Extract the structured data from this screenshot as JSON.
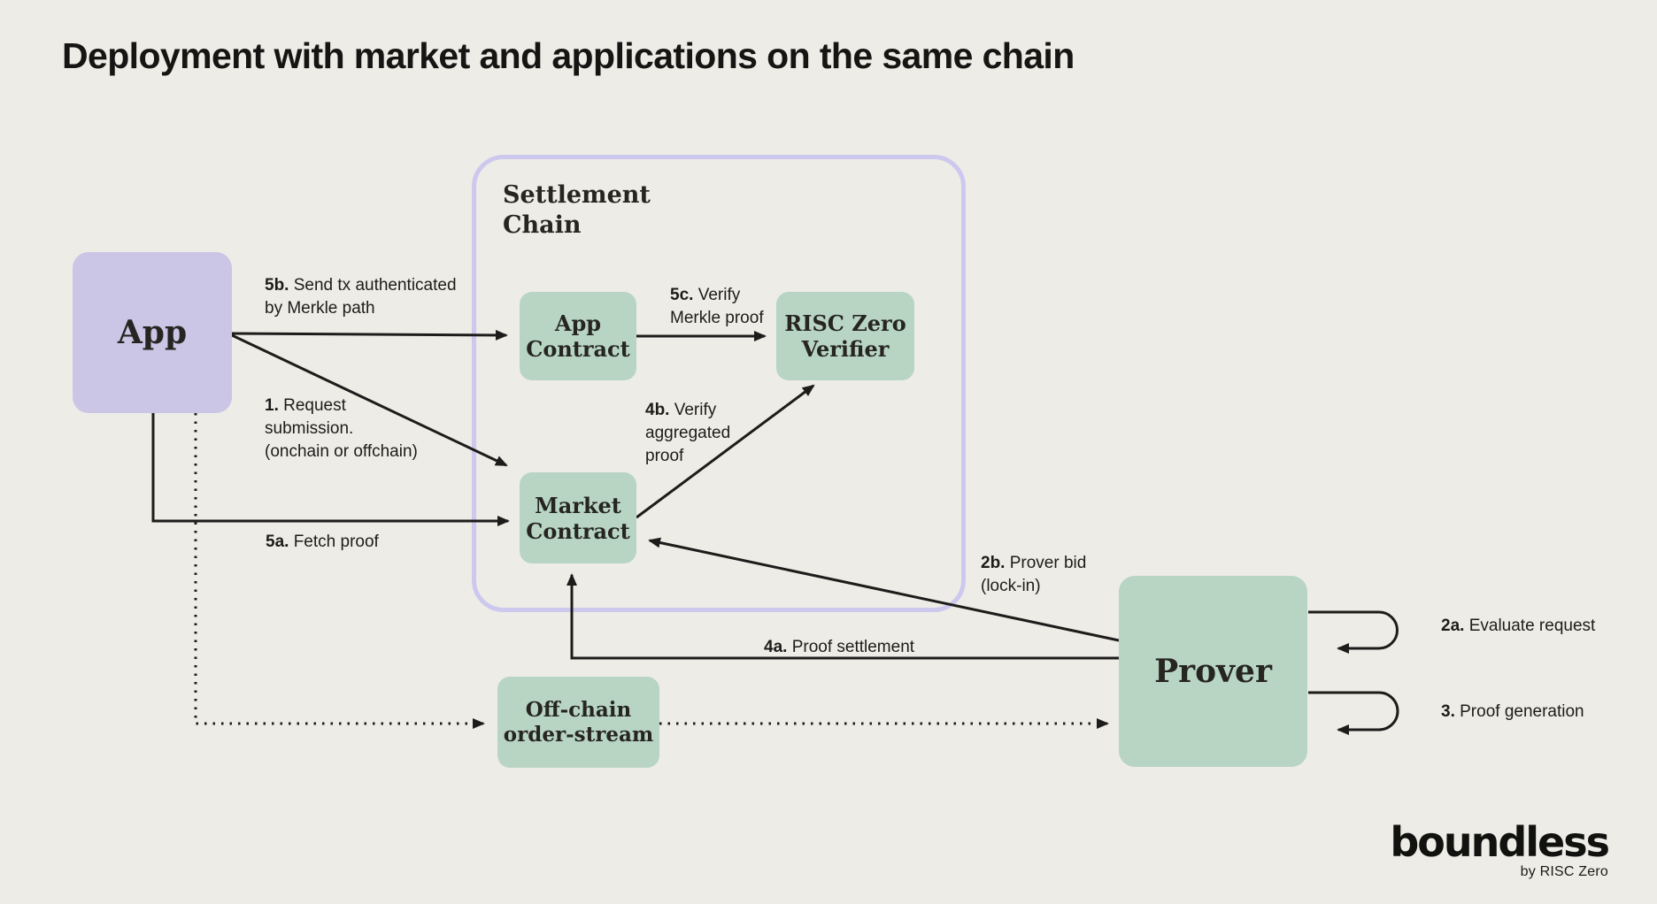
{
  "title": "Deployment with market and applications on the same chain",
  "colors": {
    "background": "#edece7",
    "app_fill": "#cbc5e6",
    "green_fill": "#b8d5c3",
    "settlement_border": "#cdc8ee",
    "ink": "#1d1c1a"
  },
  "nodes": {
    "app": {
      "label": "App"
    },
    "settlement_chain": {
      "label": "Settlement Chain"
    },
    "app_contract": {
      "label": "App Contract"
    },
    "risc_zero_verifier": {
      "label": "RISC Zero Verifier"
    },
    "market_contract": {
      "label": "Market Contract"
    },
    "offchain_order_stream": {
      "label": "Off-chain order-stream"
    },
    "prover": {
      "label": "Prover"
    }
  },
  "edge_labels": {
    "e1": {
      "prefix": "1.",
      "lines": [
        "Request",
        "submission.",
        "(onchain or offchain)"
      ]
    },
    "e2a": {
      "prefix": "2a.",
      "lines": [
        "Evaluate request"
      ]
    },
    "e2b": {
      "prefix": "2b.",
      "lines": [
        "Prover bid",
        "(lock-in)"
      ]
    },
    "e3": {
      "prefix": "3.",
      "lines": [
        "Proof generation"
      ]
    },
    "e4a": {
      "prefix": "4a.",
      "lines": [
        "Proof settlement"
      ]
    },
    "e4b": {
      "prefix": "4b.",
      "lines": [
        "Verify",
        "aggregated",
        "proof"
      ]
    },
    "e5a": {
      "prefix": "5a.",
      "lines": [
        "Fetch proof"
      ]
    },
    "e5b": {
      "prefix": "5b.",
      "lines": [
        "Send tx authenticated",
        "by Merkle path"
      ]
    },
    "e5c": {
      "prefix": "5c.",
      "lines": [
        "Verify",
        "Merkle proof"
      ]
    }
  },
  "logo": {
    "brand": "boundless",
    "byline": "by RISC Zero"
  }
}
